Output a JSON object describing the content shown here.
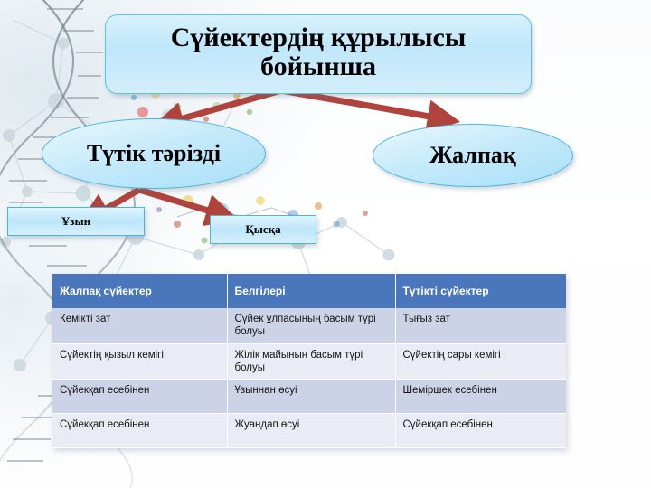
{
  "slide": {
    "title": "Сүйектердің құрылысы бойынша",
    "background": {
      "style_name": "dna-molecule-science-background",
      "base_color": "#ffffff",
      "accent_color": "#dde7ee"
    },
    "accent_colors": {
      "node_fill": "#bfe7fa",
      "node_border": "#49b5dd",
      "arrow": "#b0443c",
      "table_header": "#4a77bb",
      "table_row_dark": "#ccd3e7",
      "table_row_light": "#e9ecf5"
    }
  },
  "diagram": {
    "root_label": "Сүйектердің құрылысы бойынша",
    "branches": [
      {
        "id": "tubular",
        "label": "Түтік тәрізді"
      },
      {
        "id": "flat",
        "label": "Жалпақ"
      }
    ],
    "sub_branches": [
      {
        "id": "long",
        "label": "Ұзын"
      },
      {
        "id": "short",
        "label": "Қысқа"
      }
    ],
    "connectors": [
      {
        "name": "arrow-title-to-tubular",
        "from": "root",
        "to": "tubular"
      },
      {
        "name": "arrow-title-to-flat",
        "from": "root",
        "to": "flat"
      },
      {
        "name": "arrow-tubular-to-long",
        "from": "tubular",
        "to": "long"
      },
      {
        "name": "arrow-tubular-to-short",
        "from": "tubular",
        "to": "short"
      }
    ]
  },
  "table": {
    "columns": [
      "Жалпақ сүйектер",
      "Белгілері",
      "Түтікті сүйектер"
    ],
    "rows": [
      [
        "Кемікті зат",
        "Сүйек ұлпасының басым түрі болуы",
        "Тығыз зат"
      ],
      [
        "Сүйектің қызыл кемігі",
        "Жілік майының басым түрі болуы",
        "Сүйектің сары кемігі"
      ],
      [
        "Сүйекқап есебінен",
        "Ұзыннан өсуі",
        "Шеміршек есебінен"
      ],
      [
        "Сүйекқап есебінен",
        "Жуандап өсуі",
        "Сүйекқап есебінен"
      ]
    ]
  }
}
